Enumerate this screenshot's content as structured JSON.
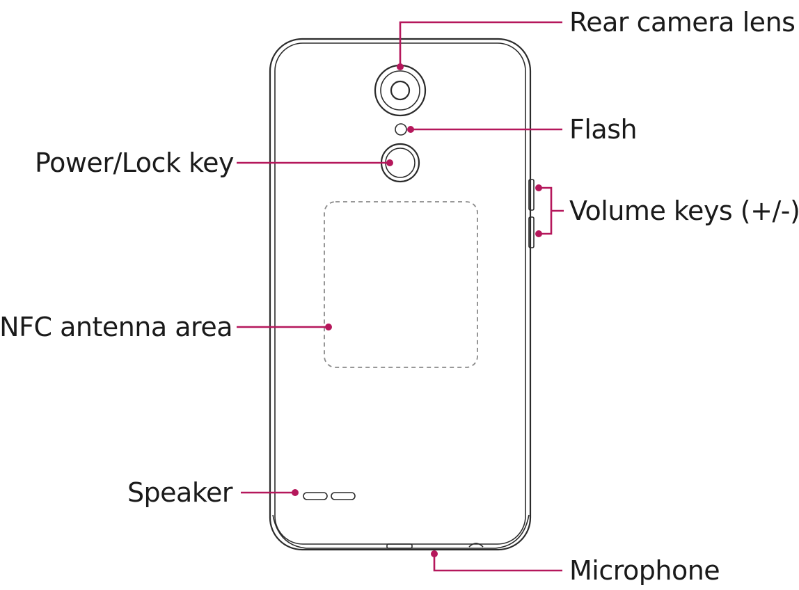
{
  "labels": {
    "rear_camera_lens": "Rear camera lens",
    "flash": "Flash",
    "power_lock_key": "Power/Lock key",
    "volume_keys": "Volume keys (+/-)",
    "nfc_antenna_area": "NFC antenna area",
    "speaker": "Speaker",
    "microphone": "Microphone"
  },
  "colors": {
    "leader_line": "#b5175b",
    "outline": "#2b2b2b"
  }
}
